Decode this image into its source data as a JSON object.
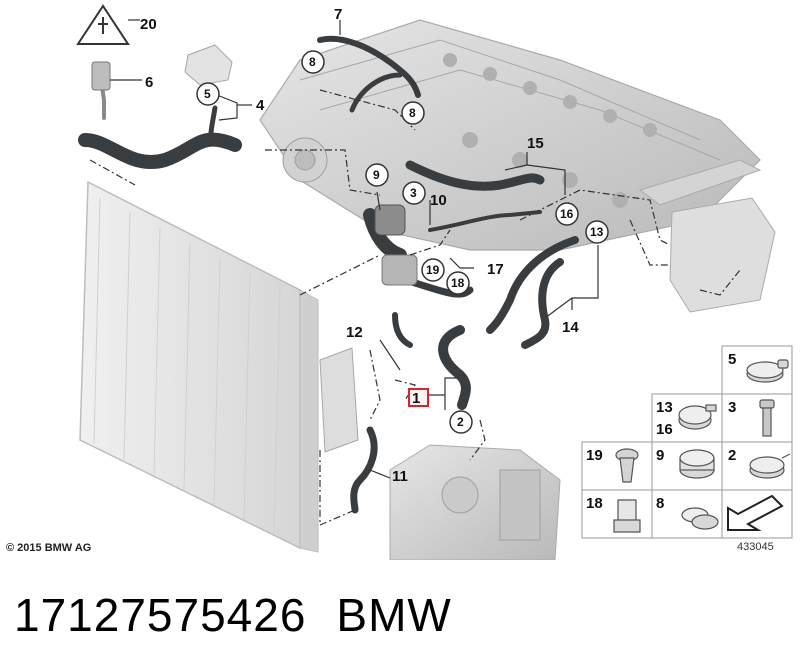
{
  "copyright": "© 2015 BMW AG",
  "diagram_id": "433045",
  "caption": {
    "part_number": "17127575426",
    "brand": "BMW"
  },
  "callouts": [
    {
      "id": "c1",
      "label": "1",
      "highlighted": true
    },
    {
      "id": "c2",
      "label": "2",
      "circled": true
    },
    {
      "id": "c3",
      "label": "3",
      "circled": true
    },
    {
      "id": "c4",
      "label": "4"
    },
    {
      "id": "c5",
      "label": "5",
      "circled": true
    },
    {
      "id": "c6",
      "label": "6"
    },
    {
      "id": "c7",
      "label": "7"
    },
    {
      "id": "c8a",
      "label": "8",
      "circled": true
    },
    {
      "id": "c8b",
      "label": "8",
      "circled": true
    },
    {
      "id": "c9",
      "label": "9",
      "circled": true
    },
    {
      "id": "c10",
      "label": "10"
    },
    {
      "id": "c11",
      "label": "11"
    },
    {
      "id": "c12",
      "label": "12"
    },
    {
      "id": "c13",
      "label": "13",
      "circled": true
    },
    {
      "id": "c14",
      "label": "14"
    },
    {
      "id": "c15",
      "label": "15"
    },
    {
      "id": "c16",
      "label": "16",
      "circled": true
    },
    {
      "id": "c17",
      "label": "17"
    },
    {
      "id": "c18",
      "label": "18",
      "circled": true
    },
    {
      "id": "c19",
      "label": "19",
      "circled": true
    },
    {
      "id": "c20",
      "label": "20"
    }
  ],
  "parts_grid": [
    {
      "label": "5"
    },
    {
      "label": "13"
    },
    {
      "label": "16"
    },
    {
      "label": "3"
    },
    {
      "label": "19"
    },
    {
      "label": "9"
    },
    {
      "label": "2"
    },
    {
      "label": "18"
    },
    {
      "label": "8"
    }
  ],
  "colors": {
    "highlight": "#d9232a",
    "hose": "#3a3d40",
    "engine": "#c8c8c8",
    "radiator": "#e4e4e4"
  }
}
